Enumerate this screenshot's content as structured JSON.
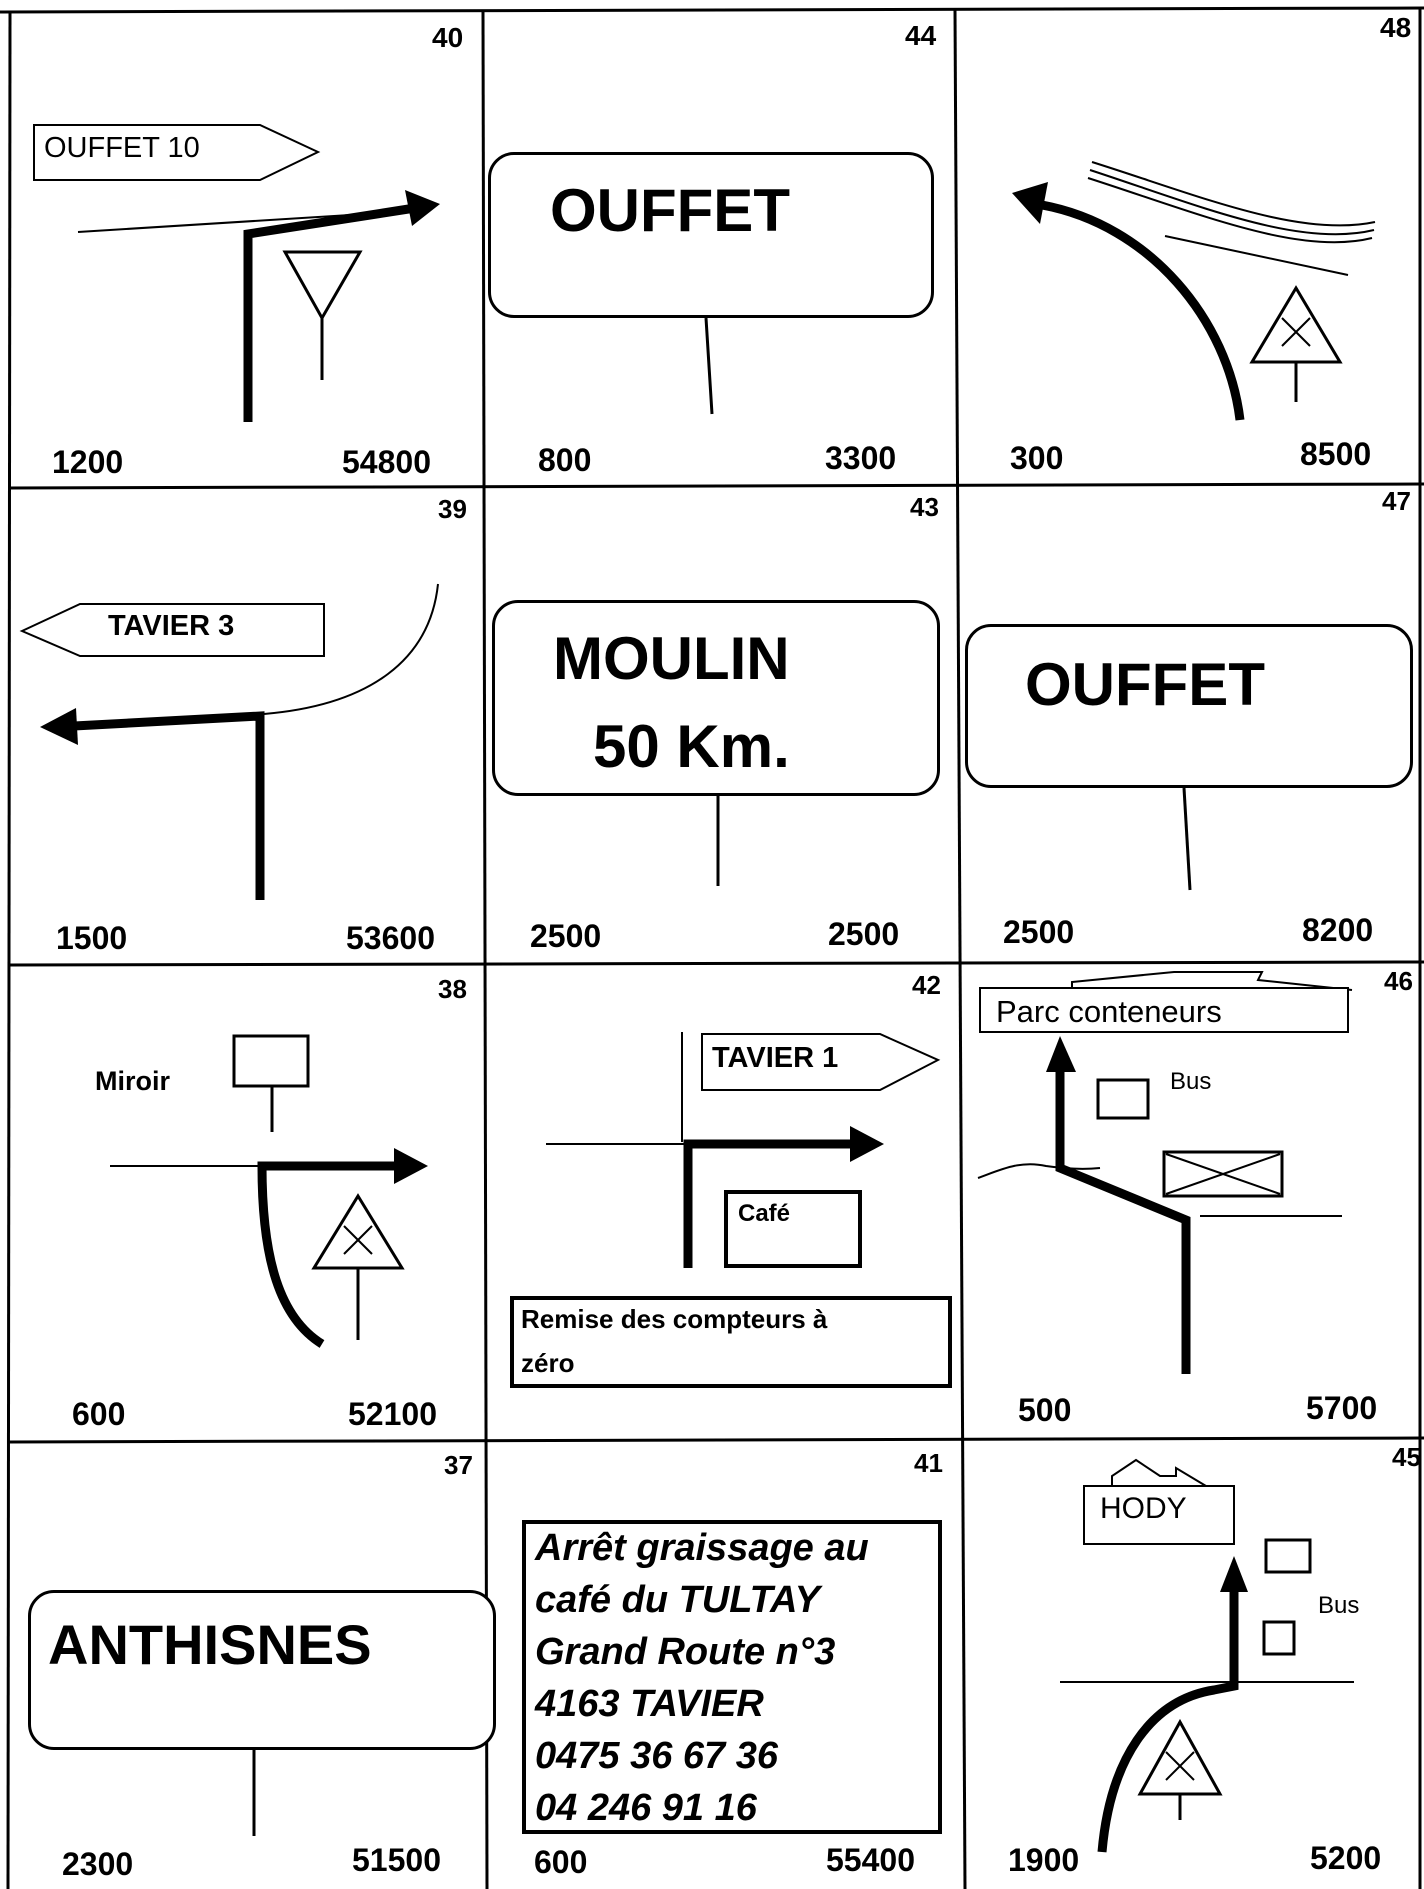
{
  "cells": {
    "c40": {
      "number": "40",
      "sign": "OUFFET 10",
      "partial": "1200",
      "total": "54800"
    },
    "c44": {
      "number": "44",
      "sign": "OUFFET",
      "partial": "800",
      "total": "3300"
    },
    "c48": {
      "number": "48",
      "partial": "300",
      "total": "8500"
    },
    "c39": {
      "number": "39",
      "sign": "TAVIER 3",
      "partial": "1500",
      "total": "53600"
    },
    "c43": {
      "number": "43",
      "sign_line1": "MOULIN",
      "sign_line2": "50 Km.",
      "partial": "2500",
      "total": "2500"
    },
    "c47": {
      "number": "47",
      "sign": "OUFFET",
      "partial": "2500",
      "total": "8200"
    },
    "c38": {
      "number": "38",
      "label": "Miroir",
      "partial": "600",
      "total": "52100"
    },
    "c42": {
      "number": "42",
      "sign": "TAVIER 1",
      "cafe": "Café",
      "note_line1": "Remise des compteurs à",
      "note_line2": "zéro"
    },
    "c46": {
      "number": "46",
      "sign": "Parc conteneurs",
      "bus": "Bus",
      "partial": "500",
      "total": "5700"
    },
    "c37": {
      "number": "37",
      "sign": "ANTHISNES",
      "partial": "2300",
      "total": "51500"
    },
    "c41": {
      "number": "41",
      "lines": [
        "Arrêt graissage au",
        "café du TULTAY",
        "Grand Route n°3",
        "4163  TAVIER",
        "0475 36 67 36",
        "04 246 91 16"
      ],
      "partial": "600",
      "total": "55400"
    },
    "c45": {
      "number": "45",
      "sign": "HODY",
      "bus": "Bus",
      "partial": "1900",
      "total": "5200"
    }
  }
}
